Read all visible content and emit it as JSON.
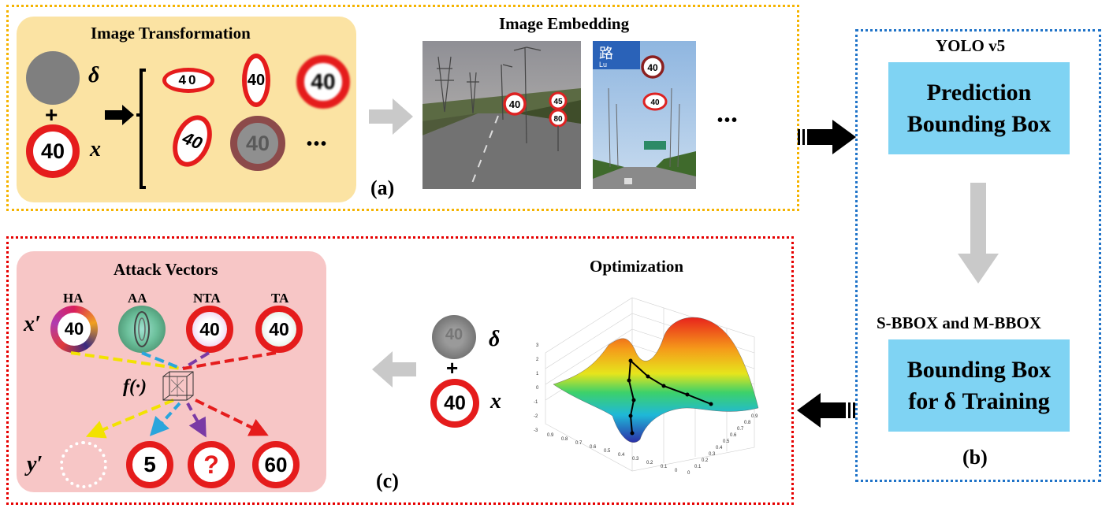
{
  "panel_a": {
    "transform_title": "Image Transformation",
    "delta": "δ",
    "plus": "+",
    "sign_value": "40",
    "x_symbol": "x",
    "ellipsis": "•••",
    "embedding_title": "Image Embedding",
    "label": "(a)",
    "road_sign_values": [
      "40",
      "45",
      "80",
      "40",
      "40"
    ],
    "road_text": [
      "路",
      "Lu"
    ]
  },
  "panel_b": {
    "yolo_title": "YOLO v5",
    "prediction_box": "Prediction Bounding Box",
    "bbox_title": "S-BBOX and M-BBOX",
    "training_box": "Bounding Box for δ Training",
    "label": "(b)"
  },
  "panel_c": {
    "attack_title": "Attack Vectors",
    "attacks": [
      "HA",
      "AA",
      "NTA",
      "TA"
    ],
    "x_prime": "x′",
    "f_label": "f(·)",
    "y_prime": "y′",
    "outputs": [
      "5",
      "?",
      "60"
    ],
    "optimization_title": "Optimization",
    "delta": "δ",
    "plus": "+",
    "sign_value": "40",
    "x_symbol": "x",
    "label": "(c)",
    "surface_x_ticks": [
      "0.9",
      "0.8",
      "0.7",
      "0.6",
      "0.5",
      "0.4",
      "0.3",
      "0.2",
      "0.1",
      "0"
    ],
    "surface_y_ticks": [
      "0",
      "0.1",
      "0.2",
      "0.3",
      "0.4",
      "0.5",
      "0.6",
      "0.7",
      "0.8",
      "0.9"
    ],
    "surface_z_ticks": [
      "3",
      "2",
      "1",
      "0",
      "-1",
      "-2",
      "-3"
    ]
  },
  "colors": {
    "transform_panel": "#fbe3a3",
    "attack_panel": "#f7c6c6",
    "cyan_box": "#7fd3f3",
    "sign_red": "#e51c1c",
    "border_a": "#f5b300",
    "border_b": "#1f73c8",
    "border_c": "#e60000",
    "dash_yellow": "#f2e200",
    "dash_blue": "#2aa5dc",
    "dash_purple": "#7a3aa5",
    "dash_red": "#e51c1c"
  }
}
